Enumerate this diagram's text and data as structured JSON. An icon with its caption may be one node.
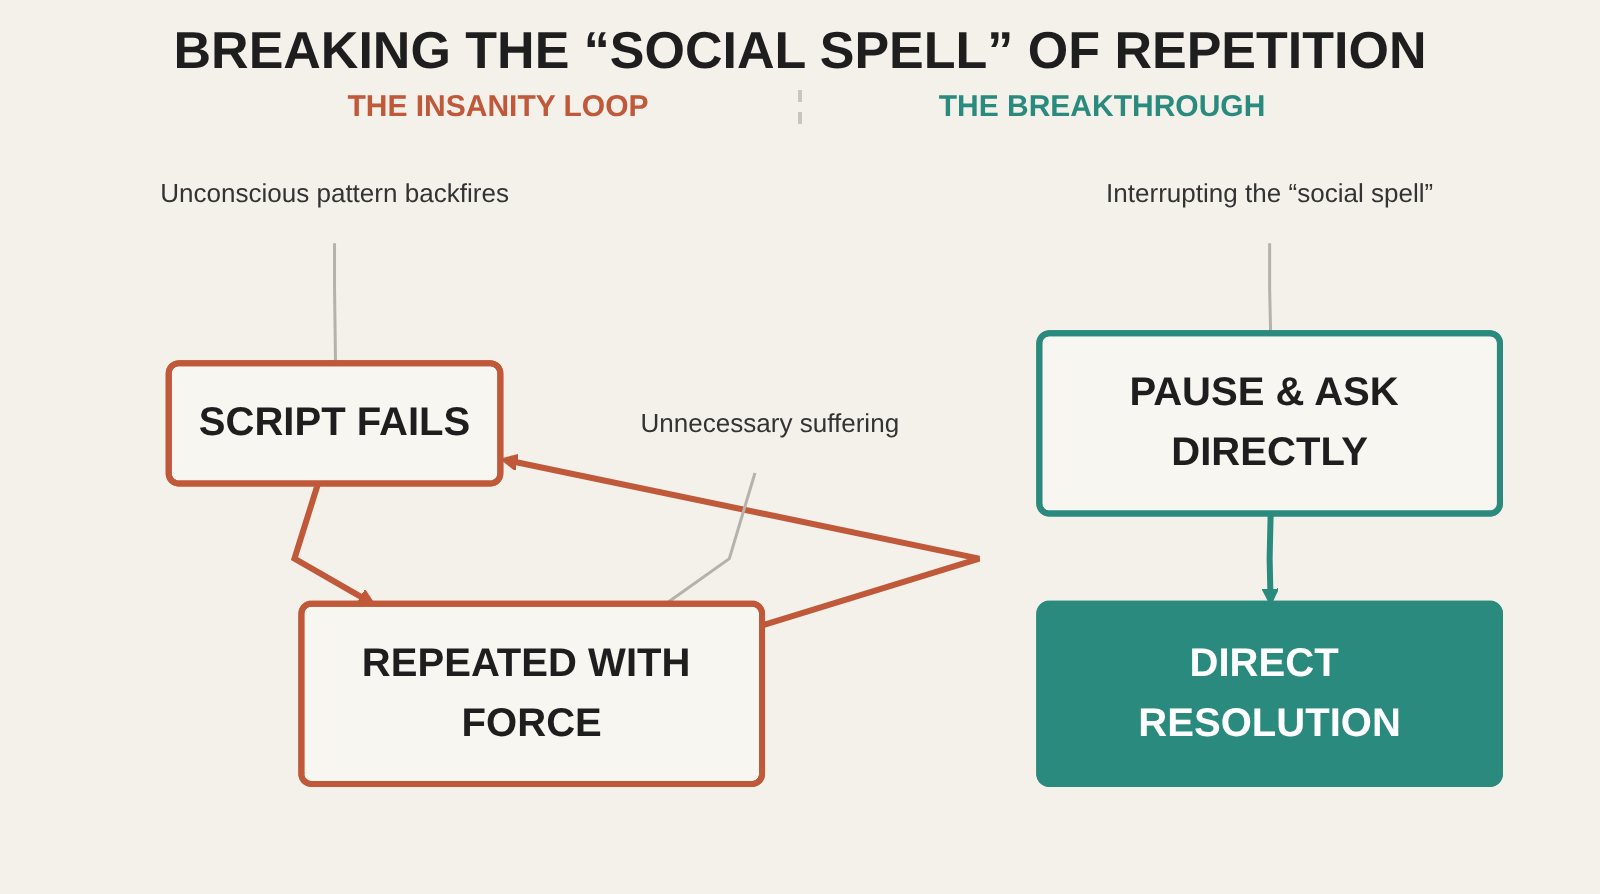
{
  "diagram": {
    "title": "BREAKING THE “SOCIAL SPELL” OF REPETITION",
    "nodes": [
      {
        "text": [
          "SCRIPT FAILS"
        ]
      },
      {
        "text": [
          "REPEATED WITH FORCE"
        ]
      },
      {
        "text": [
          "PAUSE & ASK DIRECTLY"
        ]
      },
      {
        "text": [
          "DIRECT RESOLUTION"
        ]
      },
      {
        "text": [
          "Unconscious pattern backfires"
        ]
      },
      {
        "text": [
          "Unnecessary suffering"
        ]
      },
      {
        "text": [
          "Interrupting the “social spell”"
        ]
      }
    ],
    "edges": [
      {
        "from": 0,
        "to": 1,
        "arrow": "to",
        "style": "thick",
        "color": "#c0583a"
      },
      {
        "from": 1,
        "to": 0,
        "arrow": "to",
        "style": "thick",
        "color": "#c0583a"
      },
      {
        "from": 2,
        "to": 3,
        "arrow": "to",
        "style": "thick",
        "color": "#2a8a7e"
      },
      {
        "from": 4,
        "to": 0,
        "arrow": "none",
        "color": "#b5b2aa"
      },
      {
        "from": 5,
        "to": 1,
        "arrow": "none",
        "color": "#b5b2aa"
      },
      {
        "from": 6,
        "to": 2,
        "arrow": "none",
        "color": "#b5b2aa"
      }
    ],
    "labels": [
      "THE INSANITY LOOP",
      "THE BREAKTHROUGH"
    ]
  }
}
